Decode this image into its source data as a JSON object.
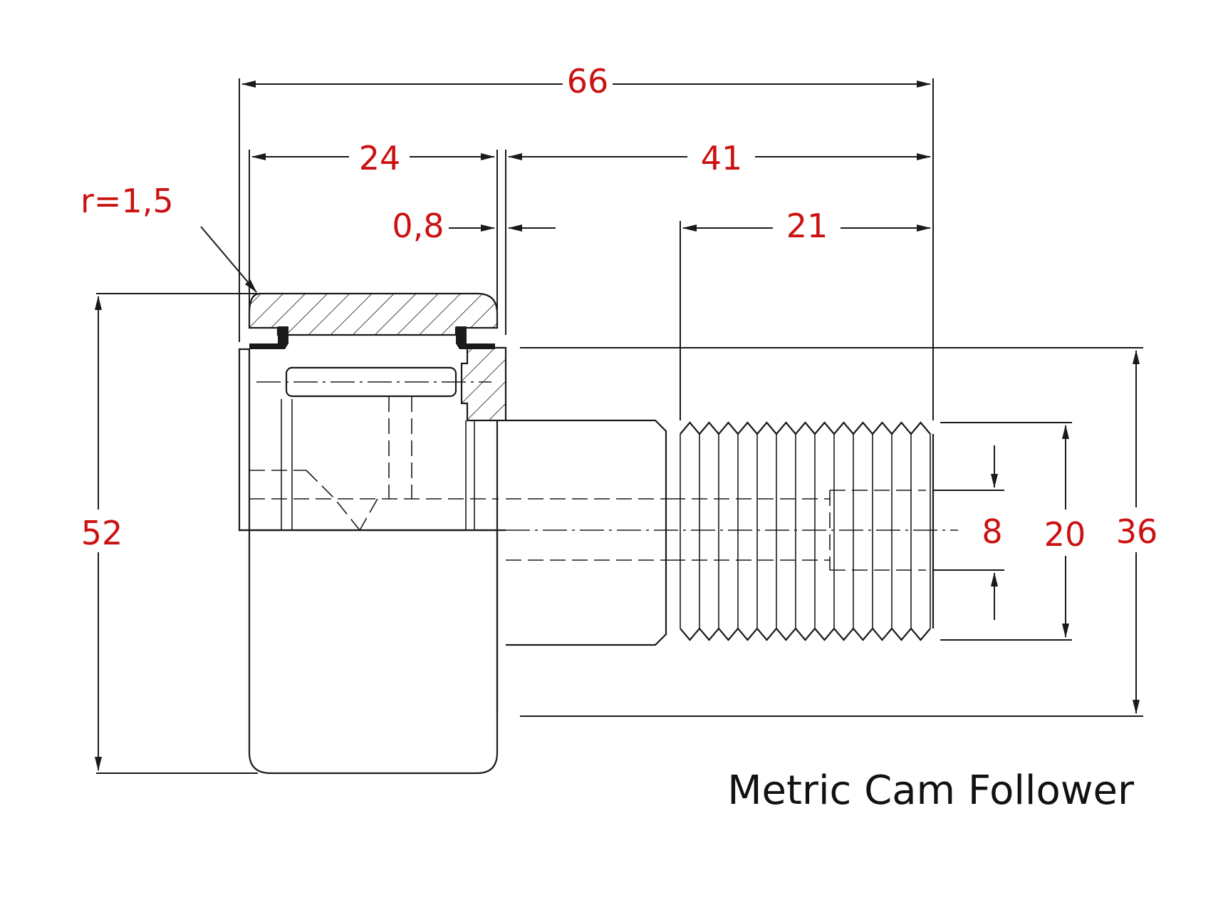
{
  "caption": "Metric Cam Follower",
  "colors": {
    "dimension_text": "#cc1111",
    "line": "#1a1a1a",
    "caption": "#111111"
  },
  "dimensions": {
    "overall_length": "66",
    "outer_ring_width": "24",
    "stud_length": "41",
    "thread_length": "21",
    "gap": "0,8",
    "edge_radius": "r=1,5",
    "outer_diameter": "52",
    "flange_diameter": "36",
    "thread_diameter": "20",
    "hex_socket": "8"
  }
}
